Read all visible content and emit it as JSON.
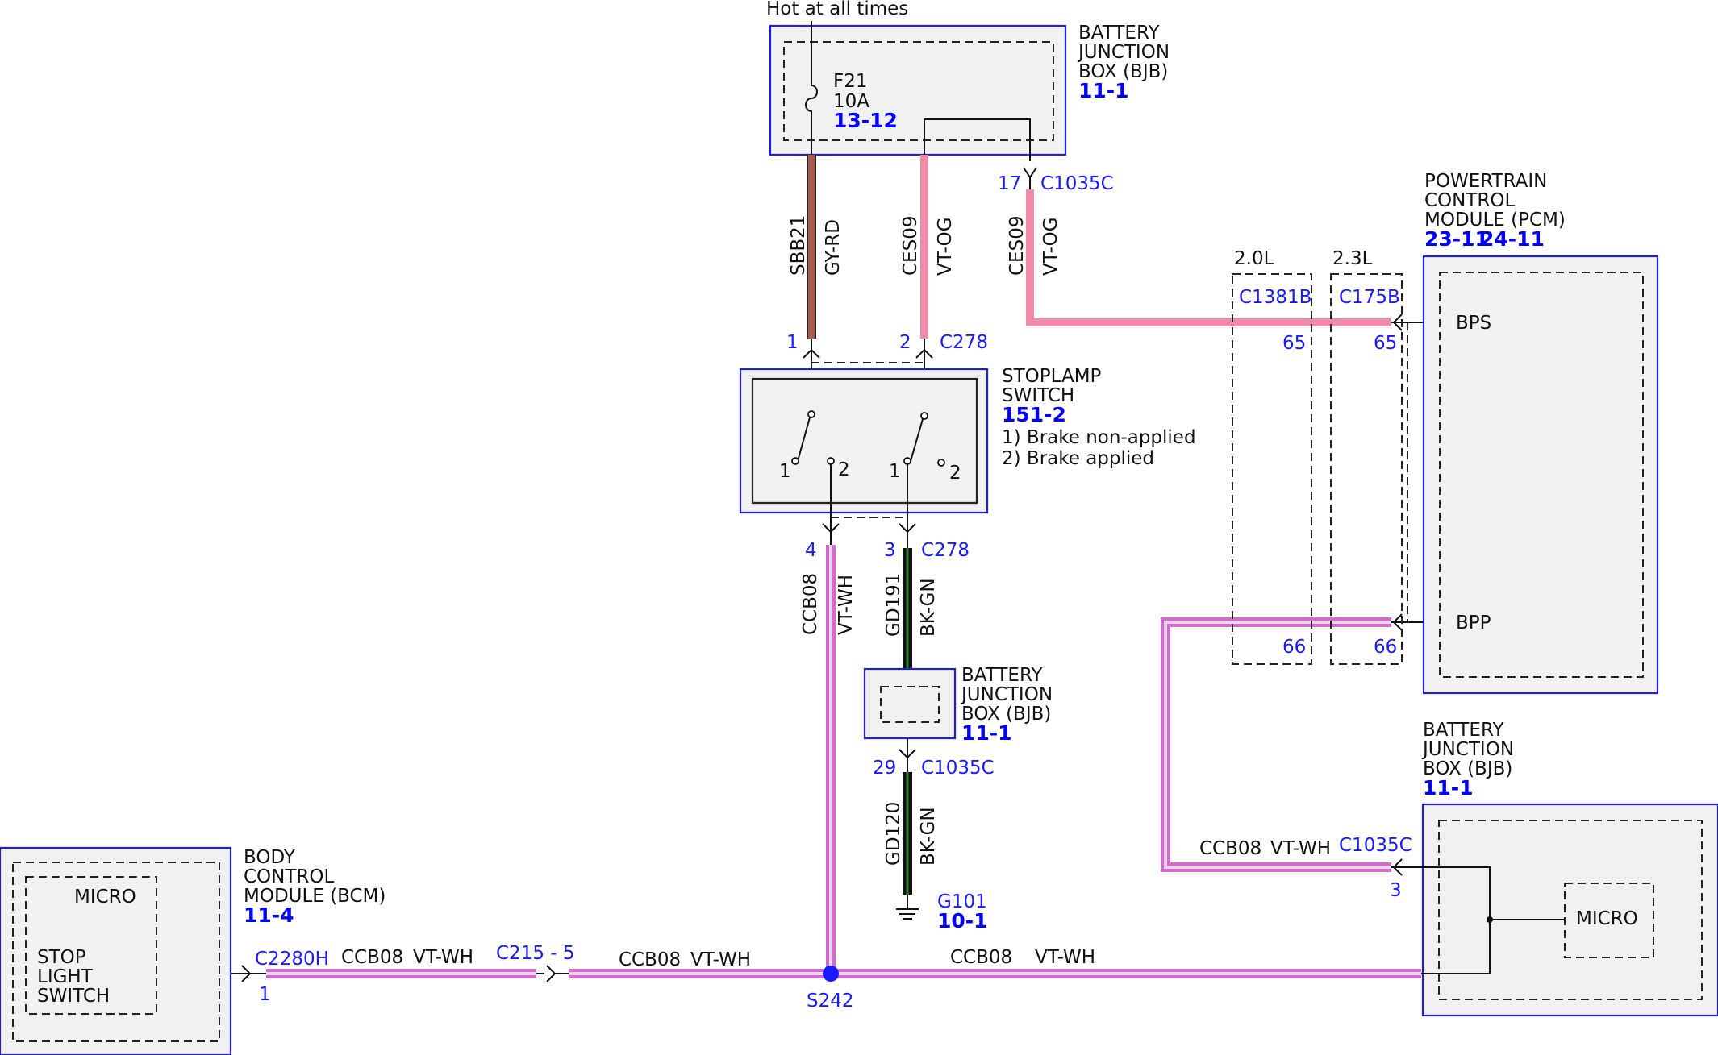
{
  "top_label": "Hot at all times",
  "bjb_top": {
    "title": [
      "BATTERY",
      "JUNCTION",
      "BOX (BJB)"
    ],
    "ref": "11-1",
    "fuse": {
      "name": "F21",
      "rating": "10A",
      "ref": "13-12"
    }
  },
  "stoplamp_switch": {
    "title": [
      "STOPLAMP",
      "SWITCH"
    ],
    "ref": "151-2",
    "notes": [
      "1) Brake non-applied",
      "2) Brake applied"
    ],
    "contact_labels": [
      "1",
      "2",
      "1",
      "2"
    ]
  },
  "bjb_middle": {
    "title": [
      "BATTERY",
      "JUNCTION",
      "BOX (BJB)"
    ],
    "ref": "11-1"
  },
  "bjb_right": {
    "title": [
      "BATTERY",
      "JUNCTION",
      "BOX (BJB)"
    ],
    "ref": "11-1",
    "inner_label": "MICRO"
  },
  "pcm": {
    "title": [
      "POWERTRAIN",
      "CONTROL",
      "MODULE (PCM)"
    ],
    "ref1": "23-11",
    "ref2": "24-11",
    "pins": [
      "BPS",
      "BPP"
    ]
  },
  "bcm": {
    "title": [
      "BODY",
      "CONTROL",
      "MODULE (BCM)"
    ],
    "ref": "11-4",
    "inner_label": "MICRO",
    "switch_label": [
      "STOP",
      "LIGHT",
      "SWITCH"
    ]
  },
  "engine_options": [
    {
      "label": "2.0L",
      "connector": "C1381B",
      "pin_bps": "65",
      "pin_bpp": "66"
    },
    {
      "label": "2.3L",
      "connector": "C175B",
      "pin_bps": "65",
      "pin_bpp": "66"
    }
  ],
  "wires": {
    "sbb21": {
      "circuit": "SBB21",
      "color": "GY-RD"
    },
    "ces09_a": {
      "circuit": "CES09",
      "color": "VT-OG"
    },
    "ces09_b": {
      "circuit": "CES09",
      "color": "VT-OG"
    },
    "ccb08_v": {
      "circuit": "CCB08",
      "color": "VT-WH"
    },
    "gd191": {
      "circuit": "GD191",
      "color": "BK-GN"
    },
    "gd120": {
      "circuit": "GD120",
      "color": "BK-GN"
    },
    "ccb08_h1": {
      "circuit": "CCB08",
      "color": "VT-WH"
    },
    "ccb08_h2": {
      "circuit": "CCB08",
      "color": "VT-WH"
    },
    "ccb08_h3": {
      "circuit": "CCB08",
      "color": "VT-WH"
    },
    "ccb08_pcm": {
      "circuit": "CCB08",
      "color": "VT-WH"
    }
  },
  "connectors": {
    "c1035c_17": {
      "pin": "17",
      "name": "C1035C"
    },
    "c278_1": {
      "pin": "1"
    },
    "c278_2": {
      "pin": "2",
      "name": "C278"
    },
    "c278_4": {
      "pin": "4"
    },
    "c278_3": {
      "pin": "3",
      "name": "C278"
    },
    "c1035c_29": {
      "pin": "29",
      "name": "C1035C"
    },
    "c1035c_3": {
      "pin": "3",
      "name": "C1035C"
    },
    "c2280h": {
      "pin": "1",
      "name": "C2280H"
    },
    "c215": {
      "name": "C215 - 5"
    }
  },
  "splice": {
    "name": "S242"
  },
  "ground": {
    "name": "G101",
    "ref": "10-1"
  },
  "colors": {
    "violet": "#d77cd5",
    "pink": "#f08ba8",
    "violet_white": "#e8a0e8",
    "black_green": "#123d12",
    "gray_red": "#a85a4a",
    "blue": "#1a1aff",
    "box_fill": "#f1f1f1"
  }
}
